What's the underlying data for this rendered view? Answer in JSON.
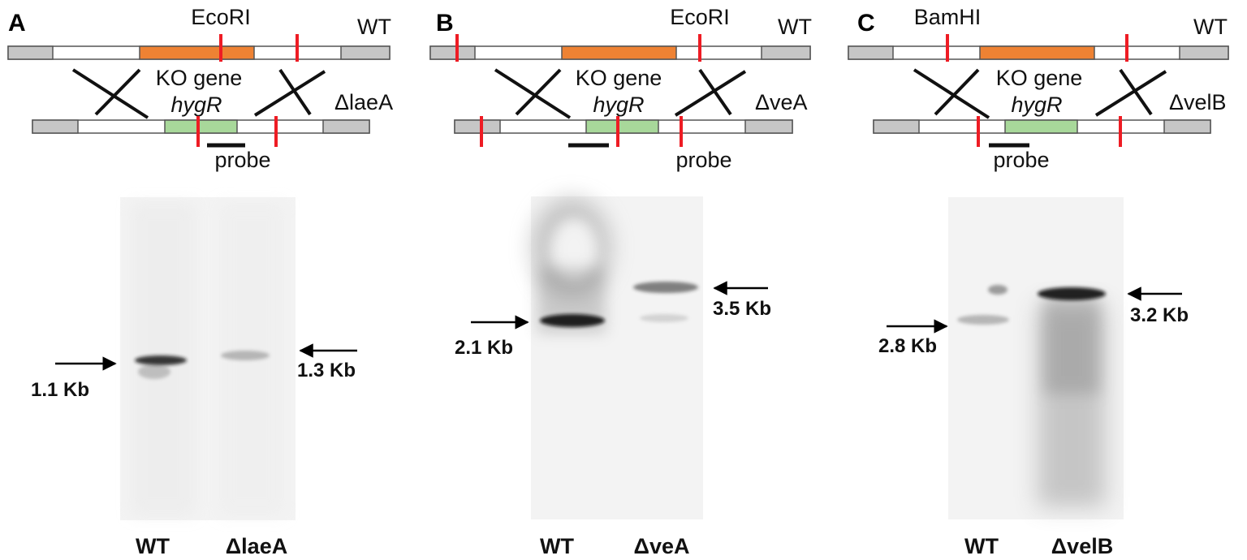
{
  "colors": {
    "ko_gene": "#ee8233",
    "hygR": "#a8d89a",
    "flank": "#c6c6c6",
    "restriction_site": "#ee1c24",
    "gel_bg": "#f3f3f3"
  },
  "panels": [
    {
      "letter": "A",
      "enzyme": "EcoRI",
      "wt_label": "WT",
      "ko_gene_label": "KO gene",
      "marker_label": "hygR",
      "mutant_label": "ΔlaeA",
      "probe_label": "probe",
      "lanes": [
        "WT",
        "ΔlaeA"
      ],
      "bands": [
        {
          "size": "1.1 Kb",
          "lane": "WT",
          "intensity": 0.85
        },
        {
          "size": "1.3 Kb",
          "lane": "ΔlaeA",
          "intensity": 0.25
        }
      ]
    },
    {
      "letter": "B",
      "enzyme": "EcoRI",
      "wt_label": "WT",
      "ko_gene_label": "KO gene",
      "marker_label": "hygR",
      "mutant_label": "ΔveA",
      "probe_label": "probe",
      "lanes": [
        "WT",
        "ΔveA"
      ],
      "bands": [
        {
          "size": "2.1 Kb",
          "lane": "WT",
          "intensity": 0.9
        },
        {
          "size": "3.5 Kb",
          "lane": "ΔveA",
          "intensity": 0.55
        }
      ]
    },
    {
      "letter": "C",
      "enzyme": "BamHI",
      "wt_label": "WT",
      "ko_gene_label": "KO gene",
      "marker_label": "hygR",
      "mutant_label": "ΔvelB",
      "probe_label": "probe",
      "lanes": [
        "WT",
        "ΔvelB"
      ],
      "bands": [
        {
          "size": "2.8 Kb",
          "lane": "WT",
          "intensity": 0.35
        },
        {
          "size": "3.2 Kb",
          "lane": "ΔvelB",
          "intensity": 0.9
        }
      ]
    }
  ]
}
